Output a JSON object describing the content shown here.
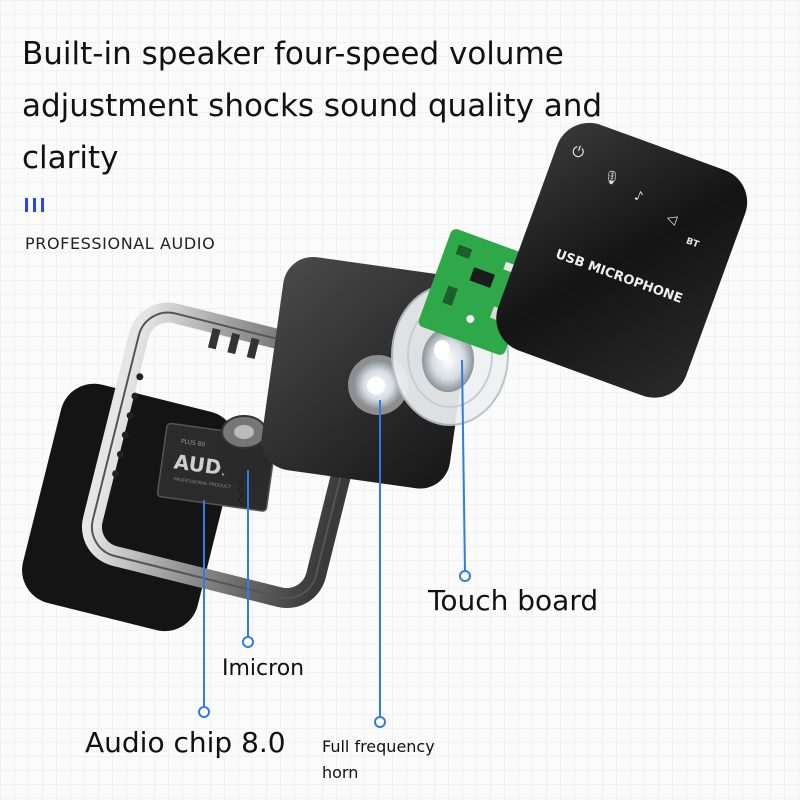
{
  "header": {
    "headline": "Built-in speaker four-speed volume adjustment shocks sound quality and clarity",
    "subtitle": "PROFESSIONAL AUDIO"
  },
  "device": {
    "label": "USB MICROPHONE",
    "bt_label": "BT",
    "chip_print_brand": "AUDIO",
    "chip_print_small": "PLUS 80",
    "chip_print_sub": "PROFESSIONAL PRODUCT"
  },
  "callouts": {
    "touch_board": "Touch board",
    "imicron": "Imicron",
    "audio_chip": "Audio chip 8.0",
    "horn": "Full frequency horn"
  },
  "colors": {
    "accent_blue": "#2648e8",
    "pointer_blue": "#2f7de1",
    "pcb_green": "#2fa84a",
    "device_black": "#1a1a1a"
  }
}
